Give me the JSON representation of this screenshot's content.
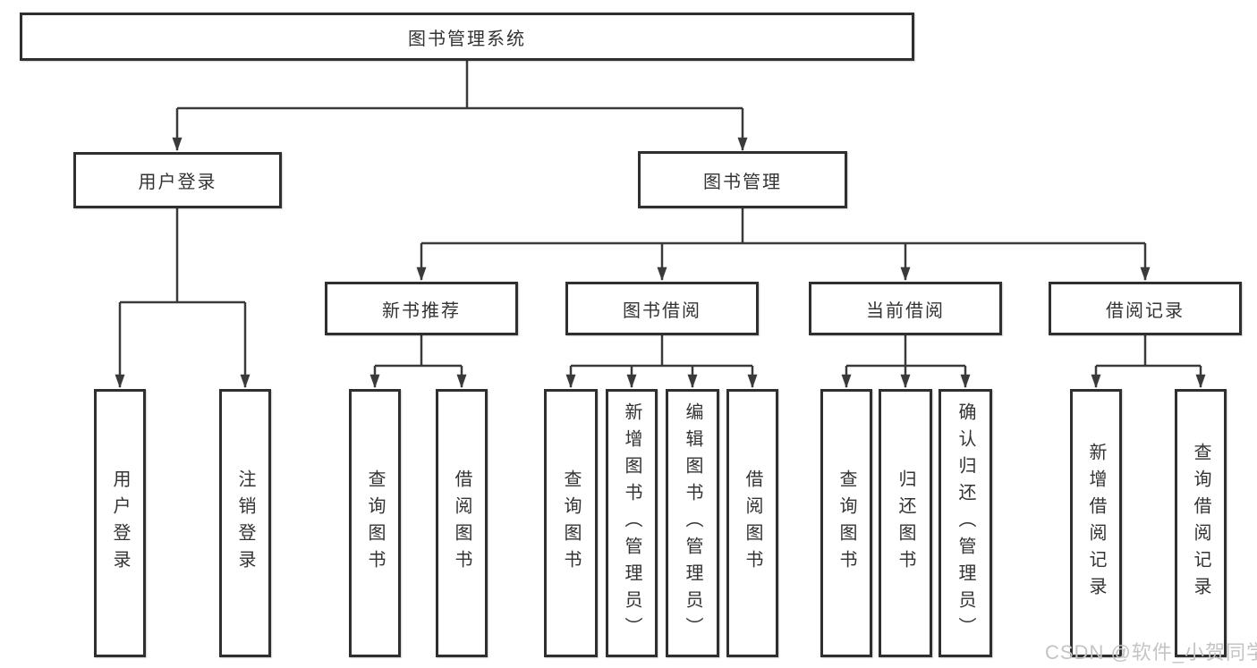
{
  "colors": {
    "line": "#3a3a3a",
    "border": "#2f2f2f",
    "text": "#333333",
    "background": "#ffffff",
    "watermark": "#c6c4c3"
  },
  "watermark": {
    "text": "CSDN @软件_小贺同学"
  },
  "tree": {
    "root": {
      "label": "图书管理系统"
    },
    "branches": [
      {
        "label": "用户登录",
        "children": [
          {
            "label": "用户登录"
          },
          {
            "label": "注销登录"
          }
        ]
      },
      {
        "label": "图书管理",
        "children": [
          {
            "label": "新书推荐",
            "children": [
              {
                "label": "查询图书"
              },
              {
                "label": "借阅图书"
              }
            ]
          },
          {
            "label": "图书借阅",
            "children": [
              {
                "label": "查询图书"
              },
              {
                "label": "新增图书（管理员）"
              },
              {
                "label": "编辑图书（管理员）"
              },
              {
                "label": "借阅图书"
              }
            ]
          },
          {
            "label": "当前借阅",
            "children": [
              {
                "label": "查询图书"
              },
              {
                "label": "归还图书"
              },
              {
                "label": "确认归还（管理员）"
              }
            ]
          },
          {
            "label": "借阅记录",
            "children": [
              {
                "label": "新增借阅记录"
              },
              {
                "label": "查询借阅记录"
              }
            ]
          }
        ]
      }
    ]
  }
}
